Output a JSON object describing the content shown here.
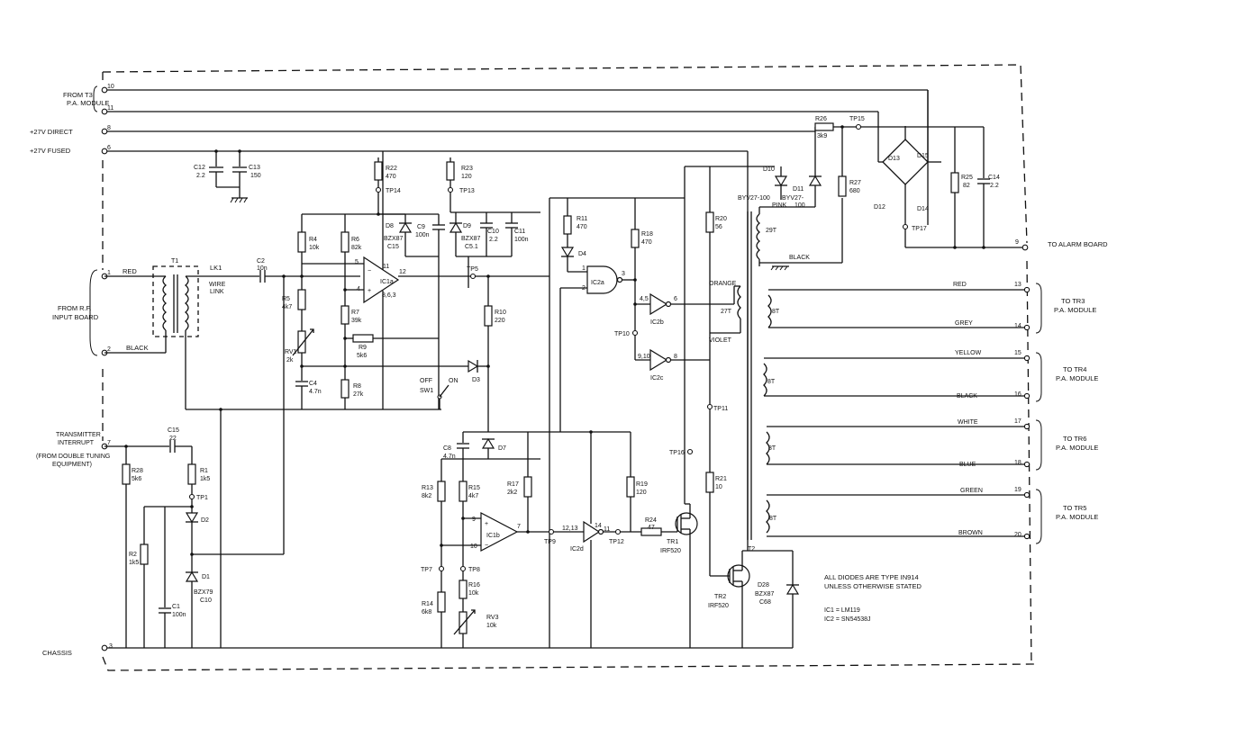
{
  "inputs": {
    "from_t3": [
      "FROM T3",
      "P.A. MODULE"
    ],
    "p27_direct": "+27V DIRECT",
    "p27_fused": "+27V FUSED",
    "from_rf": [
      "FROM R.F.",
      "INPUT BOARD"
    ],
    "tx_interrupt": [
      "TRANSMITTER",
      "INTERRUPT",
      "(FROM DOUBLE TUNING",
      "EQUIPMENT)"
    ],
    "chassis": "CHASSIS",
    "red": "RED",
    "black": "BLACK"
  },
  "outputs": {
    "alarm": "TO ALARM BOARD",
    "tr3": [
      "TO TR3",
      "P.A. MODULE"
    ],
    "tr4": [
      "TO TR4",
      "P.A. MODULE"
    ],
    "tr6": [
      "TO TR6",
      "P.A. MODULE"
    ],
    "tr5": [
      "TO TR5",
      "P.A. MODULE"
    ]
  },
  "wire_colors": {
    "red": "RED",
    "grey": "GREY",
    "yellow": "YELLOW",
    "black": "BLACK",
    "white": "WHITE",
    "blue": "BLUE",
    "green": "GREEN",
    "brown": "BROWN",
    "orange": "ORANGE",
    "violet": "VIOLET",
    "pink": "PINK",
    "black2": "BLACK"
  },
  "pins": {
    "p10": "10",
    "p11": "11",
    "p8": "8",
    "p6": "6",
    "p1": "1",
    "p2": "2",
    "p7": "7",
    "p3": "3",
    "p9": "9",
    "p13": "13",
    "p14": "14",
    "p15": "15",
    "p16": "16",
    "p17": "17",
    "p18": "18",
    "p19": "19",
    "p20": "20"
  },
  "components": {
    "t1": "T1",
    "lk1": "LK1",
    "lk1_desc": [
      "WIRE",
      "LINK"
    ],
    "c2": [
      "C2",
      "10n"
    ],
    "c12": [
      "C12",
      "2.2"
    ],
    "c13": [
      "C13",
      "150"
    ],
    "r4": [
      "R4",
      "10k"
    ],
    "r6": [
      "R6",
      "82k"
    ],
    "r5": [
      "R5",
      "4k7"
    ],
    "r7": [
      "R7",
      "39k"
    ],
    "r9": [
      "R9",
      "5k6"
    ],
    "rv1": [
      "RV1",
      "2k"
    ],
    "c4": [
      "C4",
      "4.7n"
    ],
    "r8": [
      "R8",
      "27k"
    ],
    "r22": [
      "R22",
      "470"
    ],
    "d8": [
      "D8",
      "BZX87",
      "C15"
    ],
    "c9": [
      "C9",
      "100n"
    ],
    "r23": [
      "R23",
      "120"
    ],
    "d9": [
      "D9",
      "BZX87",
      "C5.1"
    ],
    "c10": [
      "C10",
      "2.2"
    ],
    "c11": [
      "C11",
      "100n"
    ],
    "ic1a": "IC1a",
    "ic1a_sub": "8,6,3",
    "r10": [
      "R10",
      "220"
    ],
    "d3": "D3",
    "sw1": "SW1",
    "off": "OFF",
    "on": "ON",
    "r11": [
      "R11",
      "470"
    ],
    "d4": "D4",
    "r18": [
      "R18",
      "470"
    ],
    "ic2a": "IC2a",
    "ic2b": "IC2b",
    "ic2c": "IC2c",
    "ic2d": "IC2d",
    "r20": [
      "R20",
      "56"
    ],
    "r21": [
      "R21",
      "10"
    ],
    "d10": "D10",
    "d11": "D11",
    "d10_type": [
      "BYV27-100",
      "PINK"
    ],
    "d11_type": [
      "BYV27-",
      "100"
    ],
    "r26": [
      "R26",
      "3k9"
    ],
    "r27": [
      "R27",
      "680"
    ],
    "r25": [
      "R25",
      "82"
    ],
    "c14": [
      "C14",
      "2.2"
    ],
    "d12": "D12",
    "d13": "D13",
    "d14": "D14",
    "d15": "D15",
    "t2_29t": "29T",
    "t2_27t": "27T",
    "t2_8t": "8T",
    "t2": "T2",
    "c15": [
      "C15",
      "22"
    ],
    "r28": [
      "R28",
      "5k6"
    ],
    "r1": [
      "R1",
      "1k5"
    ],
    "d2": "D2",
    "r2": [
      "R2",
      "1k5"
    ],
    "c1": [
      "C1",
      "100n"
    ],
    "d1": [
      "D1",
      "BZX79",
      "C10"
    ],
    "c8": [
      "C8",
      "4.7n"
    ],
    "d7": "D7",
    "r13": [
      "R13",
      "8k2"
    ],
    "r15": [
      "R15",
      "4k7"
    ],
    "ic1b": "IC1b",
    "r17": [
      "R17",
      "2k2"
    ],
    "r19": [
      "R19",
      "120"
    ],
    "r24": [
      "R24",
      "47"
    ],
    "tr1": [
      "TR1",
      "IRF520"
    ],
    "tr2": [
      "TR2",
      "IRF520"
    ],
    "r14": [
      "R14",
      "6k8"
    ],
    "r16": [
      "R16",
      "10k"
    ],
    "rv3": [
      "RV3",
      "10k"
    ],
    "d28": [
      "D28",
      "BZX87",
      "C68"
    ]
  },
  "test_points": {
    "tp1": "TP1",
    "tp5": "TP5",
    "tp7": "TP7",
    "tp8": "TP8",
    "tp9": "TP9",
    "tp10": "TP10",
    "tp11": "TP11",
    "tp12": "TP12",
    "tp13": "TP13",
    "tp14": "TP14",
    "tp15": "TP15",
    "tp16": "TP16",
    "tp17": "TP17"
  },
  "ic_pins": {
    "a5": "5",
    "a4": "4",
    "a11": "11",
    "a12": "12",
    "g1": "1",
    "g2": "2",
    "g3": "3",
    "b45": "4,5",
    "b6": "6",
    "c910": "9,10",
    "c8": "8",
    "d1213": "12,13",
    "d14": "14",
    "d11": "11",
    "o9": "9",
    "o10": "10",
    "o7": "7"
  },
  "notes": {
    "diodes": [
      "ALL DIODES ARE TYPE IN914",
      "UNLESS OTHERWISE STATED"
    ],
    "ic1": "IC1 = LM119",
    "ic2": "IC2 = SN54538J"
  }
}
